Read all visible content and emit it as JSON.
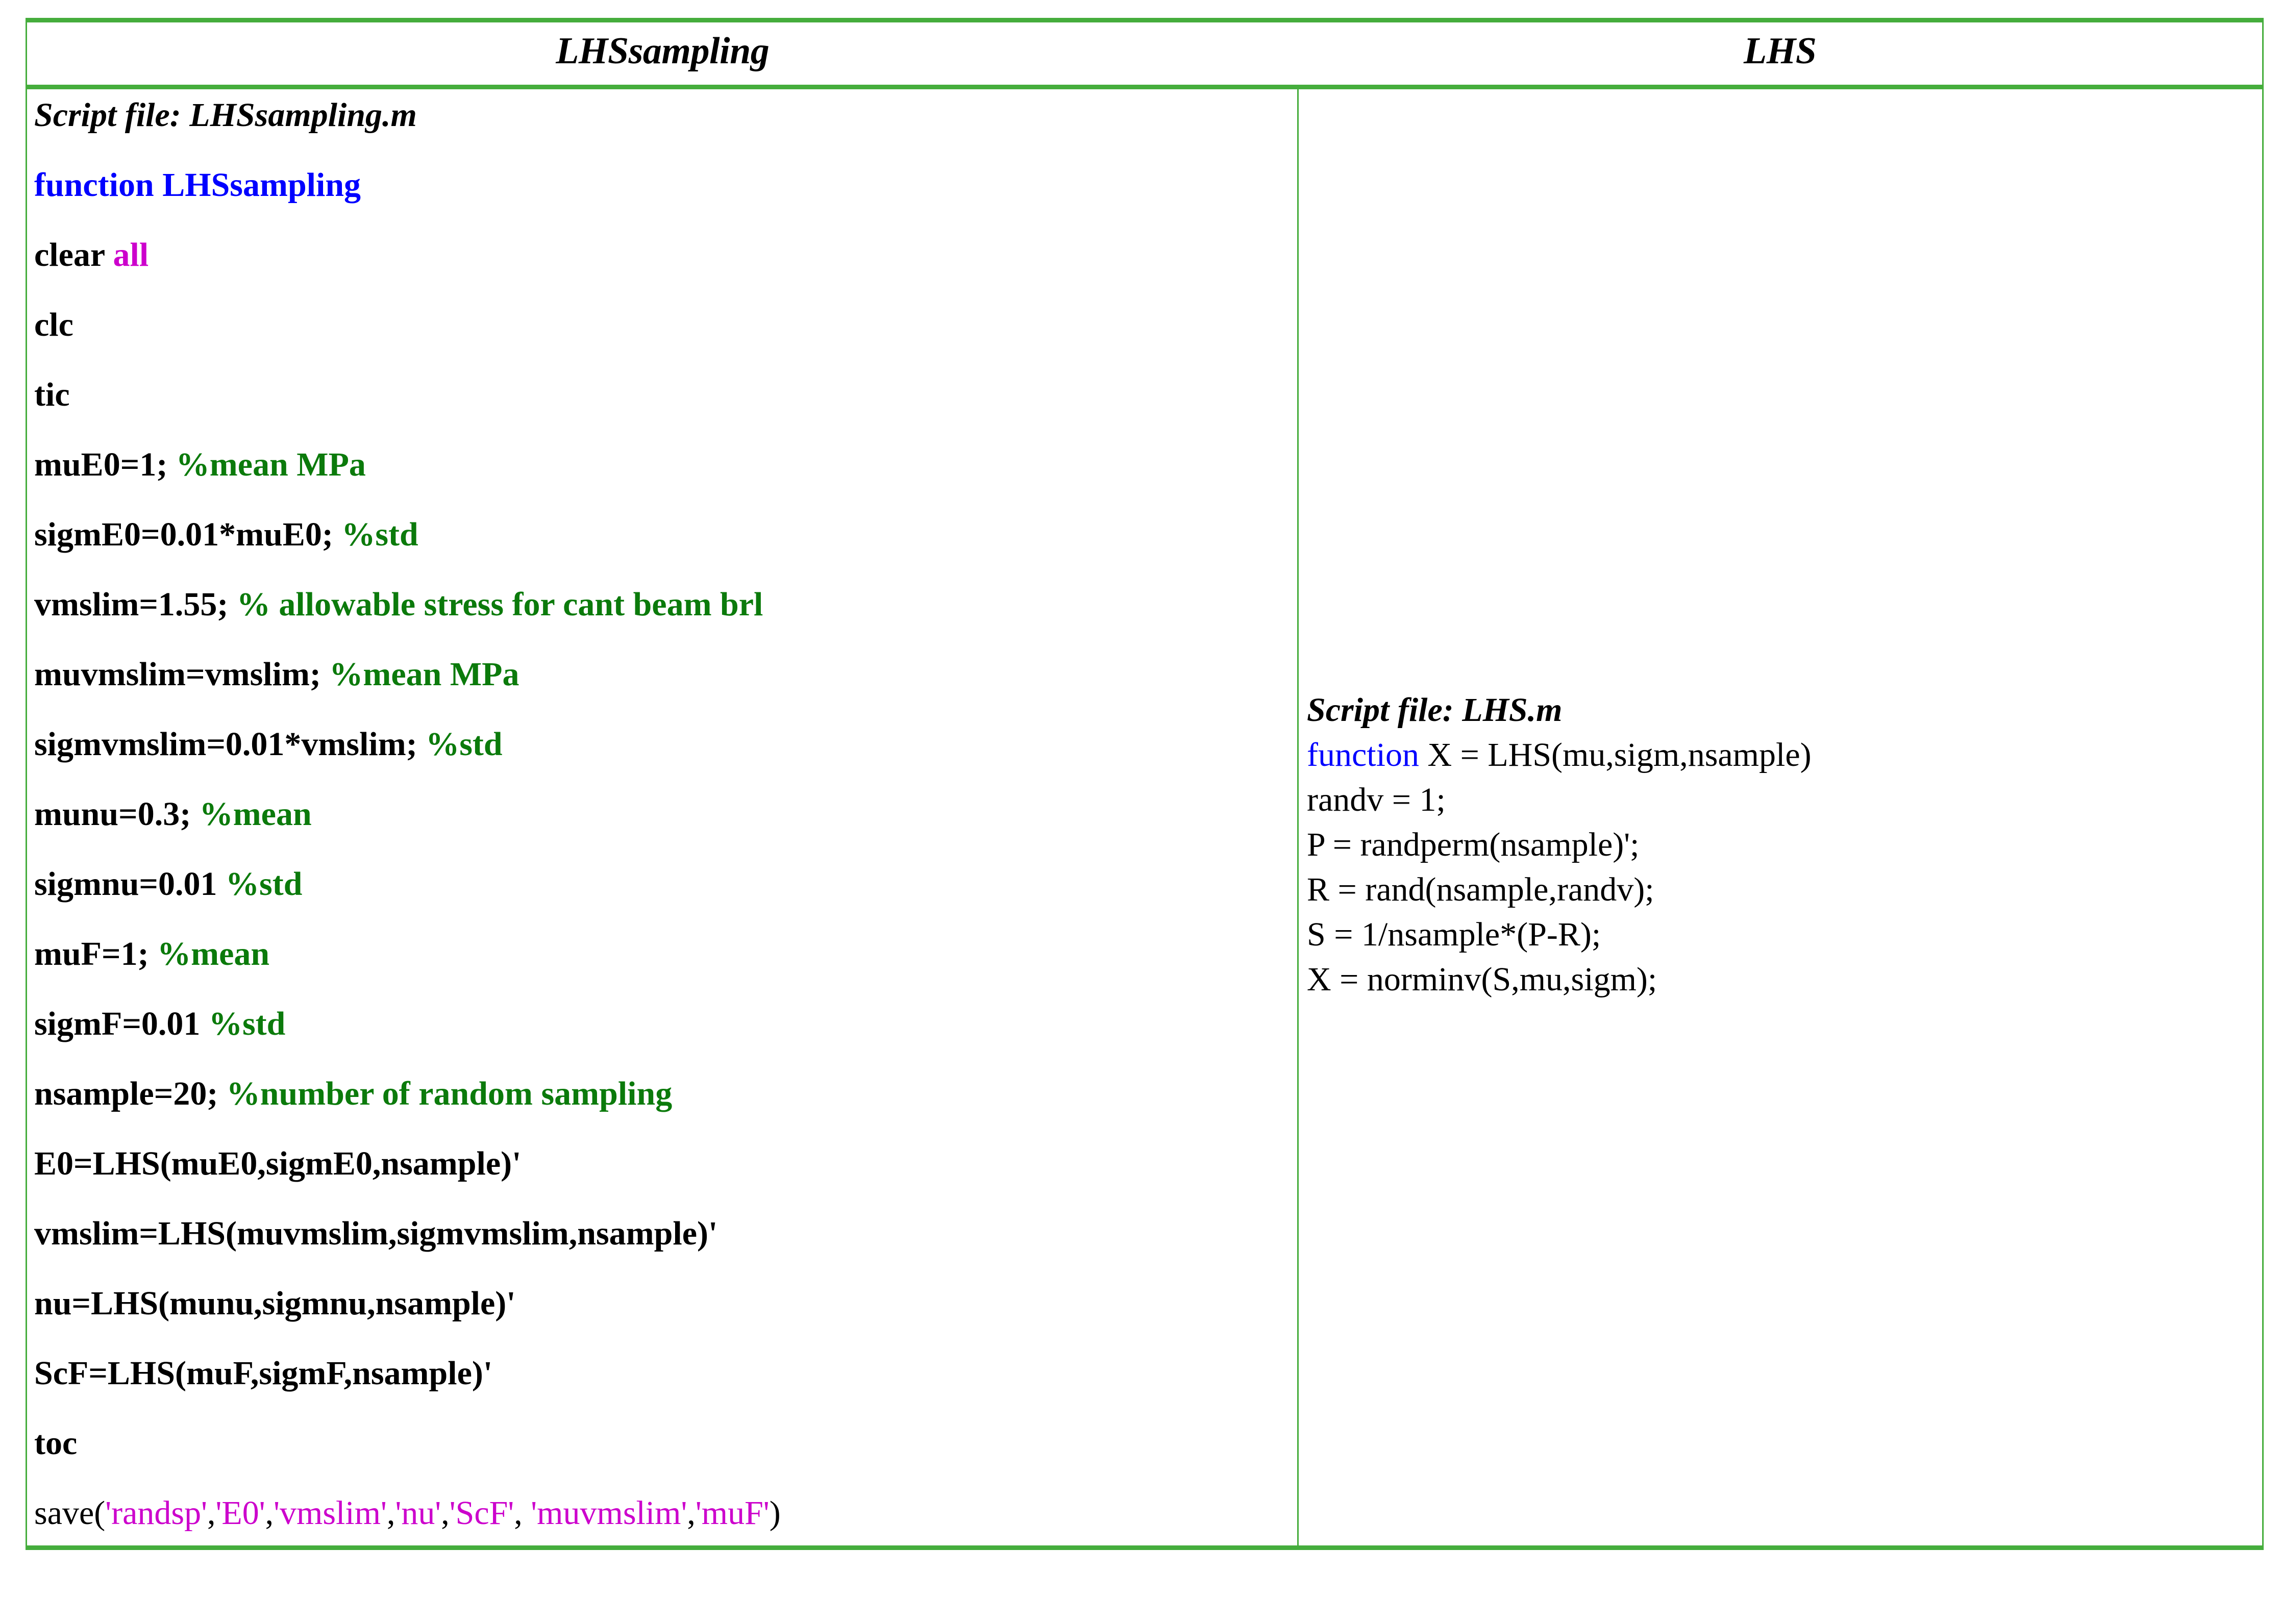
{
  "table": {
    "border_color": "#45AD3C",
    "headers": [
      {
        "name": "col-header-left",
        "label": "LHSsampling"
      },
      {
        "name": "col-header-right",
        "label": "LHS"
      }
    ],
    "colors": {
      "keyword": "#0000FF",
      "comment": "#0B7A0B",
      "string": "#CC00CC",
      "text": "#000000",
      "border": "#45AD3C"
    }
  },
  "left_column": {
    "script_title": "Script file: LHSsampling.m",
    "lines": [
      {
        "id": "l01",
        "parts": [
          {
            "t": "function ",
            "c": "kw"
          },
          {
            "t": "LHSsampling",
            "c": "kw"
          }
        ]
      },
      {
        "id": "l02",
        "parts": [
          {
            "t": "clear ",
            "c": "plain"
          },
          {
            "t": "all",
            "c": "str"
          }
        ]
      },
      {
        "id": "l03",
        "parts": [
          {
            "t": "clc",
            "c": "plain"
          }
        ]
      },
      {
        "id": "l04",
        "parts": [
          {
            "t": "tic",
            "c": "plain"
          }
        ]
      },
      {
        "id": "l05",
        "parts": [
          {
            "t": "muE0=1; ",
            "c": "plain"
          },
          {
            "t": "%mean MPa",
            "c": "comment"
          }
        ]
      },
      {
        "id": "l06",
        "parts": [
          {
            "t": "sigmE0=0.01*muE0; ",
            "c": "plain"
          },
          {
            "t": "%std",
            "c": "comment"
          }
        ]
      },
      {
        "id": "l07",
        "parts": [
          {
            "t": "vmslim=1.55; ",
            "c": "plain"
          },
          {
            "t": "% allowable stress for cant beam brl",
            "c": "comment"
          }
        ]
      },
      {
        "id": "l08",
        "parts": [
          {
            "t": "muvmslim=vmslim; ",
            "c": "plain"
          },
          {
            "t": "%mean MPa",
            "c": "comment"
          }
        ]
      },
      {
        "id": "l09",
        "parts": [
          {
            "t": "sigmvmslim=0.01*vmslim; ",
            "c": "plain"
          },
          {
            "t": "%std",
            "c": "comment"
          }
        ]
      },
      {
        "id": "l10",
        "parts": [
          {
            "t": "munu=0.3; ",
            "c": "plain"
          },
          {
            "t": "%mean",
            "c": "comment"
          }
        ]
      },
      {
        "id": "l11",
        "parts": [
          {
            "t": "sigmnu=0.01 ",
            "c": "plain"
          },
          {
            "t": "%std",
            "c": "comment"
          }
        ]
      },
      {
        "id": "l12",
        "parts": [
          {
            "t": "muF=1; ",
            "c": "plain"
          },
          {
            "t": "%mean",
            "c": "comment"
          }
        ]
      },
      {
        "id": "l13",
        "parts": [
          {
            "t": "sigmF=0.01 ",
            "c": "plain"
          },
          {
            "t": "%std",
            "c": "comment"
          }
        ]
      },
      {
        "id": "l14",
        "parts": [
          {
            "t": "nsample=20; ",
            "c": "plain"
          },
          {
            "t": "%number of random sampling",
            "c": "comment"
          }
        ]
      },
      {
        "id": "l15",
        "parts": [
          {
            "t": "E0=LHS(muE0,sigmE0,nsample)'",
            "c": "plain"
          }
        ]
      },
      {
        "id": "l16",
        "parts": [
          {
            "t": "vmslim=LHS(muvmslim,sigmvmslim,nsample)'",
            "c": "plain"
          }
        ]
      },
      {
        "id": "l17",
        "parts": [
          {
            "t": "nu=LHS(munu,sigmnu,nsample)'",
            "c": "plain"
          }
        ]
      },
      {
        "id": "l18",
        "parts": [
          {
            "t": "ScF=LHS(muF,sigmF,nsample)'",
            "c": "plain"
          }
        ]
      },
      {
        "id": "l19",
        "parts": [
          {
            "t": "toc",
            "c": "plain"
          }
        ]
      },
      {
        "id": "l20",
        "plain": true,
        "parts": [
          {
            "t": "save(",
            "c": "plain"
          },
          {
            "t": "'randsp'",
            "c": "str"
          },
          {
            "t": ",",
            "c": "plain"
          },
          {
            "t": "'E0'",
            "c": "str"
          },
          {
            "t": ",",
            "c": "plain"
          },
          {
            "t": "'vmslim'",
            "c": "str"
          },
          {
            "t": ",",
            "c": "plain"
          },
          {
            "t": "'nu'",
            "c": "str"
          },
          {
            "t": ",",
            "c": "plain"
          },
          {
            "t": "'ScF'",
            "c": "str"
          },
          {
            "t": ", ",
            "c": "plain"
          },
          {
            "t": "'muvmslim'",
            "c": "str"
          },
          {
            "t": ",",
            "c": "plain"
          },
          {
            "t": "'muF'",
            "c": "str"
          },
          {
            "t": ")",
            "c": "plain"
          }
        ]
      }
    ]
  },
  "right_column": {
    "script_title": "Script file: LHS.m",
    "lines": [
      {
        "id": "r01",
        "parts": [
          {
            "t": "function ",
            "c": "kw"
          },
          {
            "t": "X = LHS(mu,sigm,nsample)",
            "c": "plain"
          }
        ]
      },
      {
        "id": "r02",
        "parts": [
          {
            "t": "randv = 1;",
            "c": "plain"
          }
        ]
      },
      {
        "id": "r03",
        "parts": [
          {
            "t": "P = randperm(nsample)';",
            "c": "plain"
          }
        ]
      },
      {
        "id": "r04",
        "parts": [
          {
            "t": "R = rand(nsample,randv);",
            "c": "plain"
          }
        ]
      },
      {
        "id": "r05",
        "parts": [
          {
            "t": "S = 1/nsample*(P-R);",
            "c": "plain"
          }
        ]
      },
      {
        "id": "r06",
        "parts": [
          {
            "t": "X = norminv(S,mu,sigm);",
            "c": "plain"
          }
        ]
      }
    ]
  }
}
